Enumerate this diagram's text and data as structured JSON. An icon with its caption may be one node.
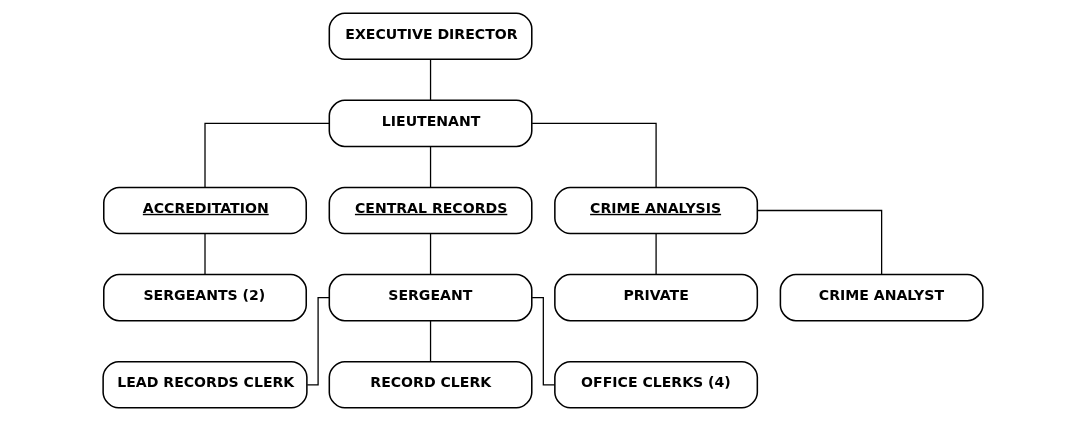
{
  "diagram": {
    "nodes": [
      {
        "text": [
          "EXECUTIVE DIRECTOR"
        ]
      },
      {
        "text": [
          "LIEUTENANT"
        ]
      },
      {
        "text": [
          "ACCREDITATION"
        ]
      },
      {
        "text": [
          "CENTRAL RECORDS"
        ]
      },
      {
        "text": [
          "CRIME ANALYSIS"
        ]
      },
      {
        "text": [
          "SERGEANTS (2)"
        ]
      },
      {
        "text": [
          "SERGEANT"
        ]
      },
      {
        "text": [
          "PRIVATE"
        ]
      },
      {
        "text": [
          "CRIME ANALYST"
        ]
      },
      {
        "text": [
          "LEAD RECORDS CLERK"
        ]
      },
      {
        "text": [
          "RECORD CLERK"
        ]
      },
      {
        "text": [
          "OFFICE CLERKS (4)"
        ]
      }
    ],
    "edges": [
      {
        "from": 0,
        "to": 1,
        "arrow": "none"
      },
      {
        "from": 1,
        "to": 2,
        "arrow": "none"
      },
      {
        "from": 1,
        "to": 3,
        "arrow": "none"
      },
      {
        "from": 1,
        "to": 4,
        "arrow": "none"
      },
      {
        "from": 2,
        "to": 5,
        "arrow": "none"
      },
      {
        "from": 3,
        "to": 6,
        "arrow": "none"
      },
      {
        "from": 4,
        "to": 7,
        "arrow": "none"
      },
      {
        "from": 4,
        "to": 8,
        "arrow": "none"
      },
      {
        "from": 6,
        "to": 9,
        "arrow": "none"
      },
      {
        "from": 6,
        "to": 10,
        "arrow": "none"
      },
      {
        "from": 6,
        "to": 11,
        "arrow": "none"
      }
    ]
  }
}
